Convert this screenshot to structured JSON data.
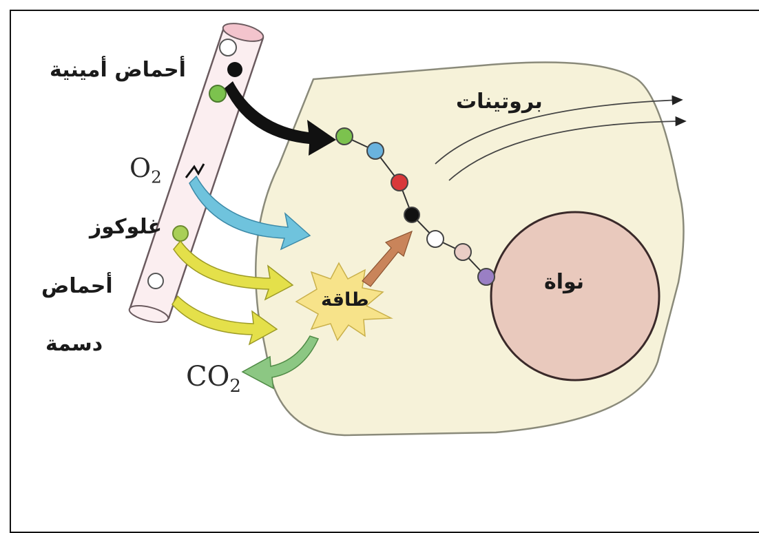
{
  "labels": {
    "amino_acids": "أحماض أمينية",
    "oxygen_base": "O",
    "oxygen_sub": "2",
    "glucose": "غلوكوز",
    "fatty_acids_line1": "أحماض",
    "fatty_acids_line2": "دسمة",
    "carbon_dioxide_base": "CO",
    "carbon_dioxide_sub": "2",
    "proteins": "بروتينات",
    "energy": "طاقة",
    "nucleus": "نواة"
  },
  "colors": {
    "cell_fill": "#f6f2d9",
    "cell_stroke": "#8a8a7a",
    "nucleus_fill": "#e9c9bd",
    "nucleus_stroke": "#3a2a2a",
    "vessel_fill": "#fbeef0",
    "vessel_stroke": "#6a5a5e",
    "arrow_amino": "#111111",
    "arrow_oxygen": "#6fc3dd",
    "arrow_nutrient": "#e4e04a",
    "arrow_co2": "#8cc783",
    "arrow_energy": "#c9845a",
    "energy_burst": "#f7e38a"
  },
  "chain_beads": [
    "#7cc24e",
    "#6ab3de",
    "#d9383a",
    "#111111",
    "#ffffff",
    "#eacdc6",
    "#9a7fc4"
  ]
}
